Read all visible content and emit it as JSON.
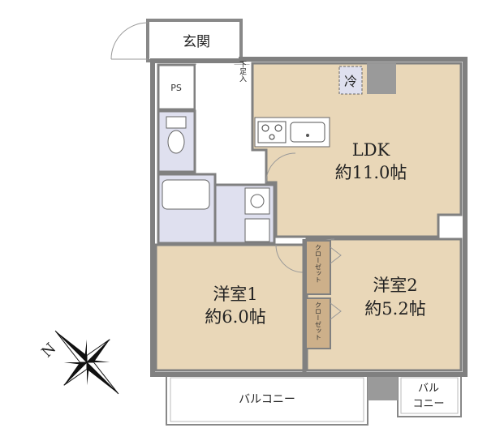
{
  "floorplan": {
    "rooms": {
      "entrance": "玄関",
      "ldk": {
        "name": "LDK",
        "size": "約11.0帖"
      },
      "western1": {
        "name": "洋室1",
        "size": "約6.0帖"
      },
      "western2": {
        "name": "洋室2",
        "size": "約5.2帖"
      },
      "balcony_main": "バルコニー",
      "balcony_small_line1": "バル",
      "balcony_small_line2": "コニー"
    },
    "closet_label": "クローゼット",
    "ps_label": "PS",
    "fridge_label": "冷",
    "shoe_storage_label": "下足入"
  },
  "compass": {
    "north_label": "N"
  },
  "colors": {
    "room_fill": "#e9d7b8",
    "wet_fill": "#dfe0ef",
    "wall": "#7f7f7f",
    "closet_fill": "#cdb08a"
  }
}
